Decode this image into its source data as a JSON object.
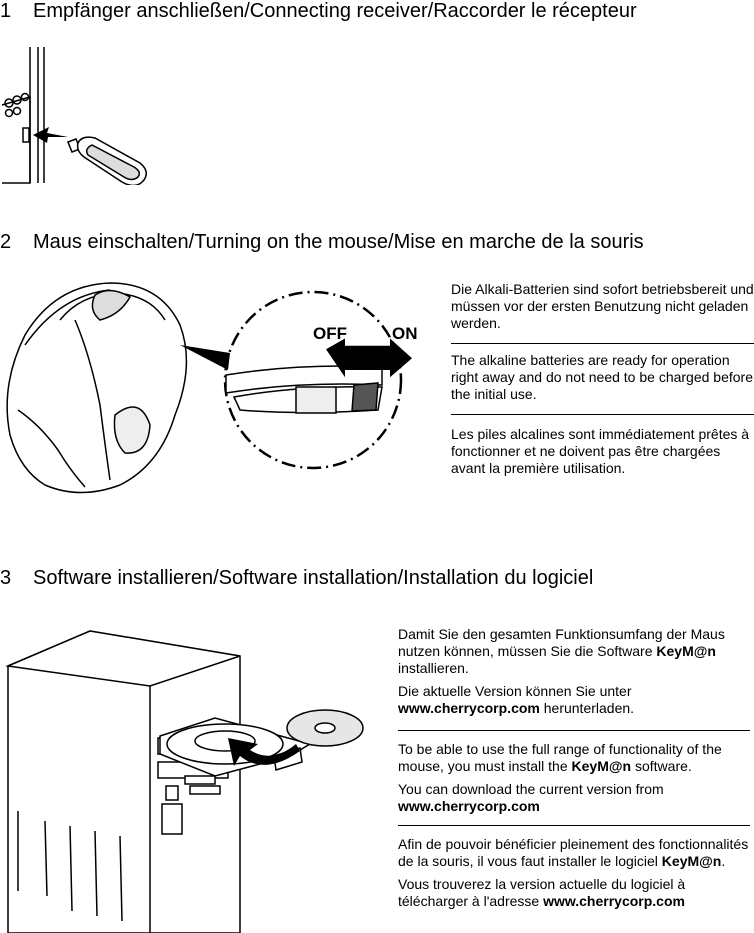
{
  "sections": [
    {
      "number": "1",
      "title": "Empfänger anschließen/Connecting receiver/Raccorder le récepteur"
    },
    {
      "number": "2",
      "title": "Maus einschalten/Turning on the mouse/Mise en marche de la souris"
    },
    {
      "number": "3",
      "title": "Software installieren/Software installation/Installation du logiciel"
    }
  ],
  "switch_labels": {
    "off": "OFF",
    "on": "ON"
  },
  "battery_notes": {
    "de": "Die Alkali-Batterien sind sofort betriebsbereit und müssen vor der ersten Benutzung nicht geladen werden.",
    "en": "The alkaline batteries are ready for operation right away and do not need to be charged before the initial use.",
    "fr": "Les piles alcalines sont immédiatement prêtes à fonctionner et ne doivent pas être chargées avant la première utilisation."
  },
  "software_notes": {
    "software_name": "KeyM@n",
    "url": "www.cherrycorp.com",
    "de_1_pre": "Damit Sie den gesamten Funktionsumfang der Maus nutzen können, müssen Sie die Software ",
    "de_1_post": " installieren.",
    "de_2_pre": "Die aktuelle Version können Sie unter",
    "de_2_post": " herunterladen.",
    "en_1_pre": "To be able to use the full range of functionality of the mouse, you must install the ",
    "en_1_post": " software.",
    "en_2_pre": "You can download the current version from",
    "fr_1_pre": "Afin de pouvoir bénéficier pleinement des fonctionnalités de la souris, il vous faut installer le logiciel ",
    "fr_1_post": ".",
    "fr_2_pre": "Vous trouverez la version actuelle du logiciel à télécharger à l'adresse "
  }
}
